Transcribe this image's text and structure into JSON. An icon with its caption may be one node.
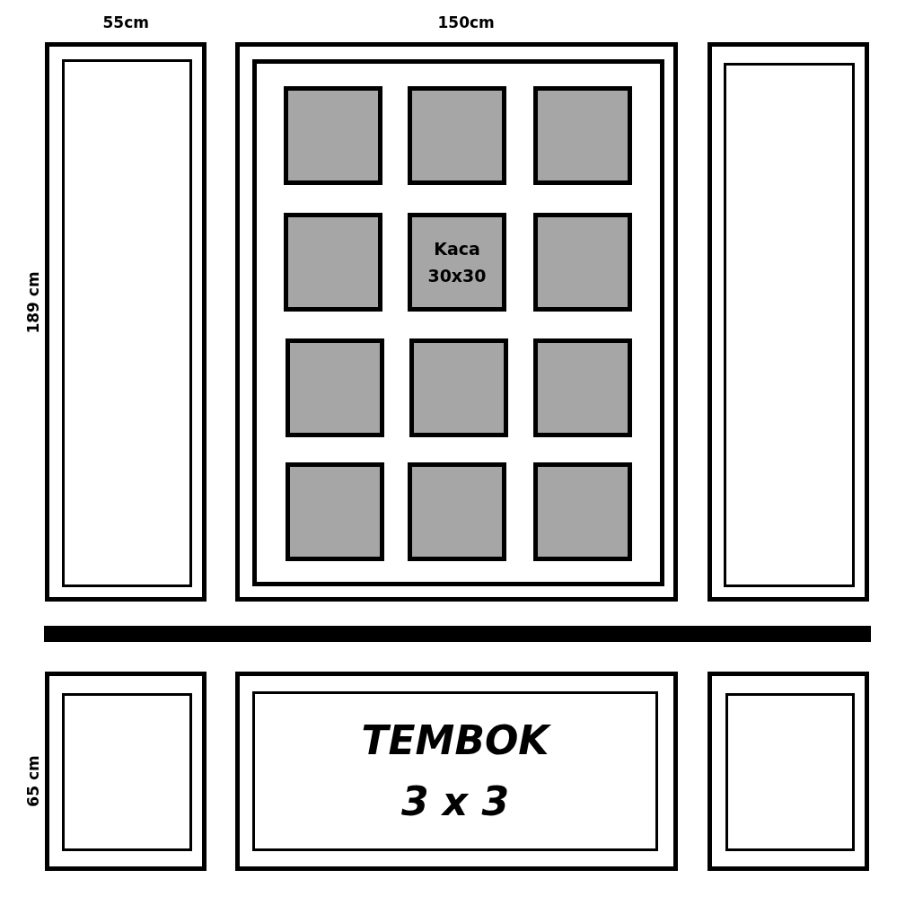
{
  "diagram": {
    "nodes": [
      {
        "text": [],
        "shape": "box"
      },
      {
        "text": [],
        "shape": "box",
        "in": 0
      },
      {
        "text": [],
        "shape": "box"
      },
      {
        "text": [],
        "shape": "box",
        "in": 2
      },
      {
        "text": [],
        "shape": "box",
        "in": 3
      },
      {
        "text": [],
        "shape": "box",
        "in": 3
      },
      {
        "text": [],
        "shape": "box",
        "in": 3
      },
      {
        "text": [],
        "shape": "box",
        "in": 3
      },
      {
        "text": [
          "Kaca 30x30"
        ],
        "in": 3
      },
      {
        "text": [],
        "shape": "box",
        "in": 3
      },
      {
        "text": [],
        "shape": "box",
        "in": 3
      },
      {
        "text": [],
        "shape": "box",
        "in": 3
      },
      {
        "text": [],
        "shape": "box",
        "in": 3
      },
      {
        "text": [],
        "shape": "box",
        "in": 3
      },
      {
        "text": [],
        "shape": "box",
        "in": 3
      },
      {
        "text": [],
        "shape": "box",
        "in": 3
      },
      {
        "text": [],
        "shape": "box"
      },
      {
        "text": [],
        "shape": "box",
        "in": 16
      },
      {
        "text": [],
        "shape": "box"
      },
      {
        "text": [],
        "shape": "box",
        "in": 18
      },
      {
        "text": [],
        "shape": "box"
      },
      {
        "text": [
          "TEMBOK",
          "3 x 3"
        ],
        "in": 20
      },
      {
        "text": [],
        "shape": "box"
      },
      {
        "text": [],
        "shape": "box",
        "in": 22
      }
    ],
    "labels": [
      "55cm",
      "150cm",
      "189 cm",
      "65 cm"
    ]
  }
}
